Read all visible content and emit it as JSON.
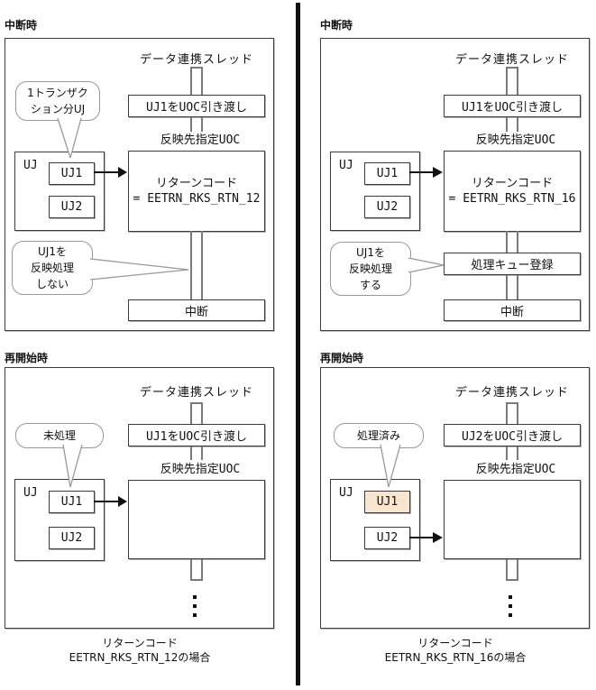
{
  "colors": {
    "highlight_fill": "#f7e5ce",
    "box_border": "#3c3c3c",
    "pipe_line": "#7a7a7a",
    "bubble_border": "#999999",
    "divider": "#111111"
  },
  "left": {
    "interrupt": {
      "title": "中断時",
      "thread_label": "データ連携スレッド",
      "handoff_label": "UJ1をUOC引き渡し",
      "uoc_label": "反映先指定UOC",
      "transaction_bubble": "1トランザク\nション分UJ",
      "uj_group_label": "UJ",
      "uj1_label": "UJ1",
      "uj2_label": "UJ2",
      "return_code": "リターンコード\n= EETRN_RKS_RTN_12",
      "action_bubble": "UJ1を\n反映処理\nしない",
      "interrupt_label": "中断"
    },
    "restart": {
      "title": "再開始時",
      "thread_label": "データ連携スレッド",
      "handoff_label": "UJ1をUOC引き渡し",
      "uoc_label": "反映先指定UOC",
      "status_bubble": "未処理",
      "uj_group_label": "UJ",
      "uj1_label": "UJ1",
      "uj2_label": "UJ2",
      "caption": "リターンコード\nEETRN_RKS_RTN_12の場合"
    }
  },
  "right": {
    "interrupt": {
      "title": "中断時",
      "thread_label": "データ連携スレッド",
      "handoff_label": "UJ1をUOC引き渡し",
      "uoc_label": "反映先指定UOC",
      "uj_group_label": "UJ",
      "uj1_label": "UJ1",
      "uj2_label": "UJ2",
      "return_code": "リターンコード\n= EETRN_RKS_RTN_16",
      "action_bubble": "UJ1を\n反映処理\nする",
      "queue_label": "処理キュー登録",
      "interrupt_label": "中断"
    },
    "restart": {
      "title": "再開始時",
      "thread_label": "データ連携スレッド",
      "handoff_label": "UJ2をUOC引き渡し",
      "uoc_label": "反映先指定UOC",
      "status_bubble": "処理済み",
      "uj_group_label": "UJ",
      "uj1_label": "UJ1",
      "uj2_label": "UJ2",
      "caption": "リターンコード\nEETRN_RKS_RTN_16の場合"
    }
  }
}
